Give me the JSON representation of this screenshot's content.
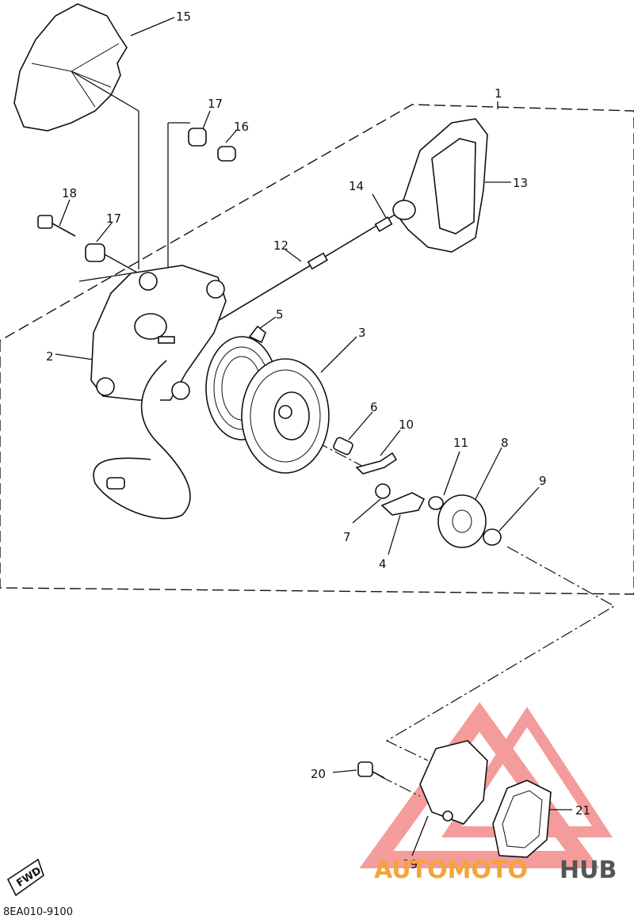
{
  "diagram_code": "8EA010-9100",
  "fwd_label": "FWD",
  "watermark": {
    "part1": "AUTOMOTO",
    "part2": "HUB",
    "color1": "#f4a43a",
    "color2": "#555555",
    "triangle_color": "#ec4a4a"
  },
  "callouts": [
    "1",
    "2",
    "3",
    "4",
    "5",
    "6",
    "7",
    "8",
    "9",
    "10",
    "11",
    "12",
    "13",
    "14",
    "15",
    "16",
    "17",
    "17",
    "18",
    "19",
    "20",
    "21"
  ]
}
